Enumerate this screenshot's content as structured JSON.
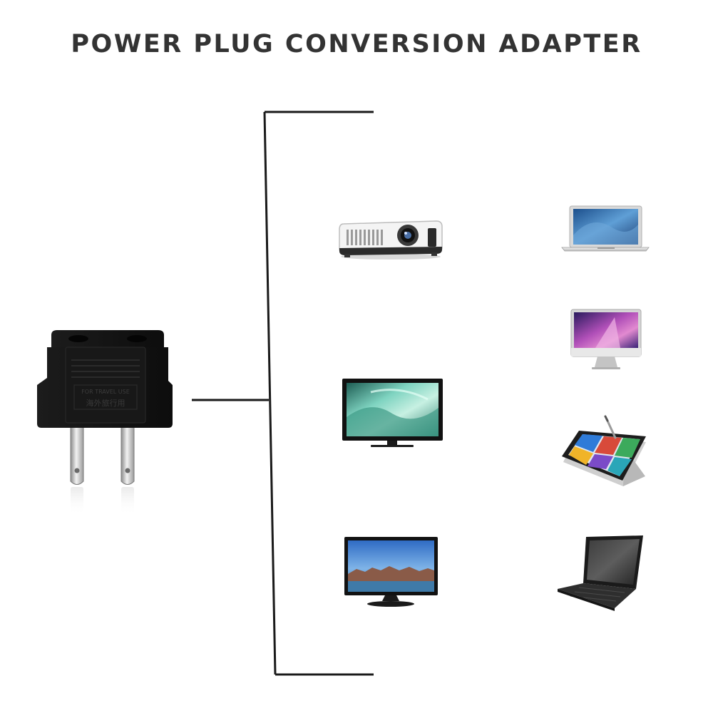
{
  "title": "POWER PLUG CONVERSION ADAPTER",
  "adapter": {
    "text_en": "FOR TRAVEL USE",
    "text_cn": "海外旅行用"
  },
  "colors": {
    "title": "#333333",
    "line": "#1a1a1a",
    "plug_body": "#121212"
  },
  "devices": [
    {
      "name": "projector-icon"
    },
    {
      "name": "macbook-laptop-icon"
    },
    {
      "name": "imac-desktop-icon"
    },
    {
      "name": "lcd-tv-icon"
    },
    {
      "name": "tablet-with-stylus-icon"
    },
    {
      "name": "lcd-monitor-icon"
    },
    {
      "name": "black-laptop-icon"
    }
  ]
}
